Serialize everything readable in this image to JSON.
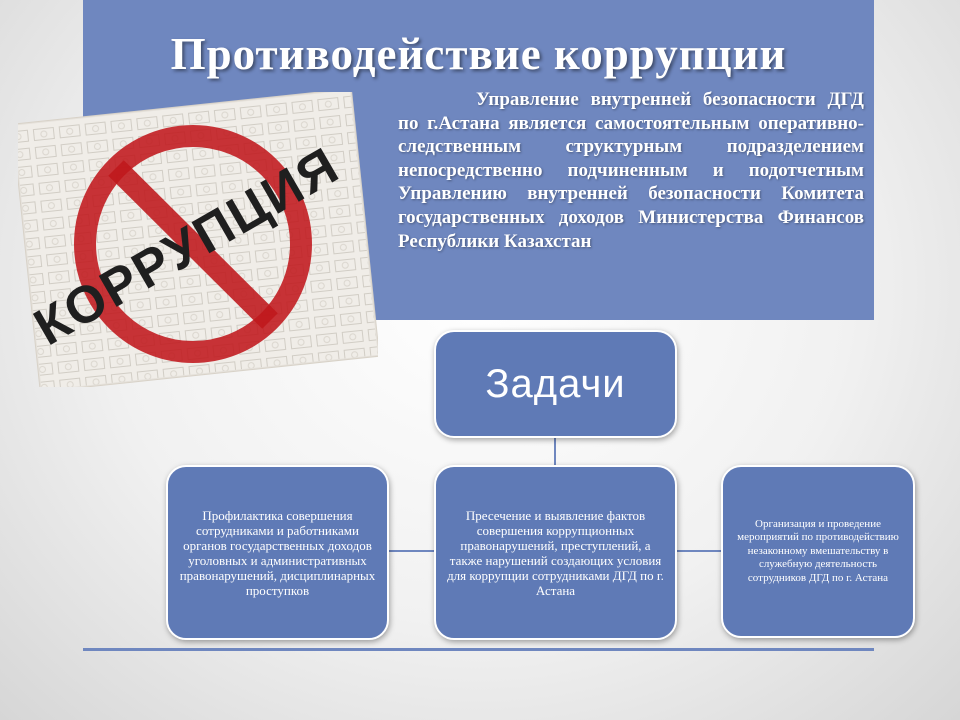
{
  "header": {
    "title": "Противодействие коррупции",
    "description": "Управление внутренней безопасности ДГД по г.Астана является самостоятельным оперативно-следственным структурным подразделением непосредственно подчиненным и подотчетным Управлению внутренней безопасности Комитета государственных доходов Министерства Финансов Республики Казахстан"
  },
  "image": {
    "sign_text": "КОРРУПЦИЯ"
  },
  "diagram": {
    "root": "Задачи",
    "tasks": [
      "Профилактика совершения сотрудниками и работниками органов государственных доходов уголовных и административных правонарушений, дисциплинарных проступков",
      "Пресечение и выявление фактов совершения коррупционных правонарушений, преступлений, а также нарушений создающих условия для коррупции сотрудниками ДГД по г. Астана",
      "Организация и проведение мероприятий по противодействию незаконному вмешательству в служебную деятельность сотрудников ДГД по г. Астана"
    ]
  },
  "colors": {
    "panel": "#6f87bf",
    "box": "#5f7ab6",
    "prohibition_red": "#c0181c"
  }
}
